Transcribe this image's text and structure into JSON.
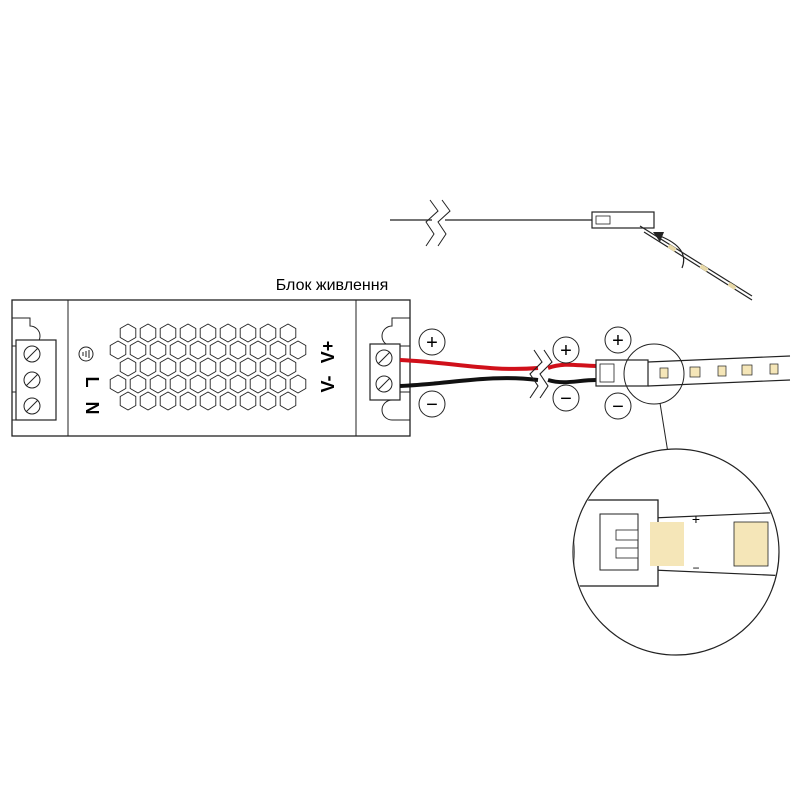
{
  "power_supply": {
    "label": "Блок живлення",
    "input_terminals": [
      "L",
      "N"
    ],
    "output_terminals": [
      "V-",
      "V+"
    ]
  },
  "polarity": {
    "plus": "+",
    "minus": "−"
  },
  "colors": {
    "positive_wire": "#d0101a",
    "negative_wire": "#111111",
    "led_chip": "#f5e6b8",
    "polarity_mark": "#d0101a"
  },
  "detail": {
    "plus": "+",
    "minus": "−"
  }
}
